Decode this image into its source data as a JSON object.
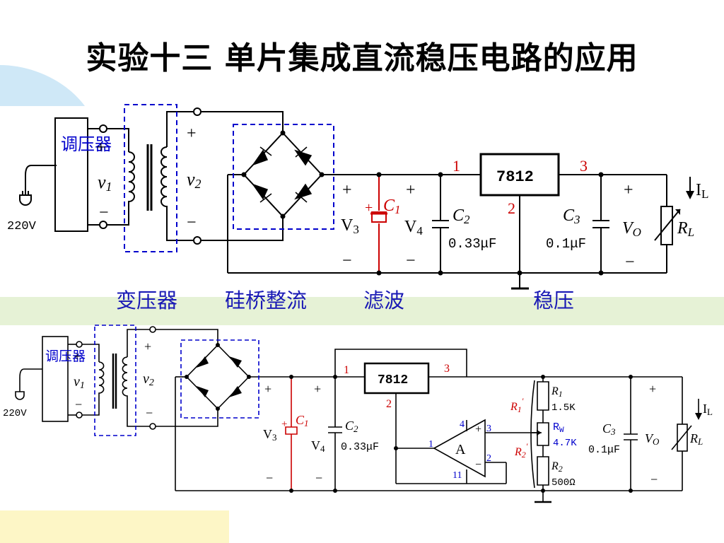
{
  "title": "实验十三  单片集成直流稳压电路的应用",
  "stage_labels": {
    "transformer": "变压器",
    "bridge": "硅桥整流",
    "filter": "滤波",
    "regulator": "稳压"
  },
  "colors": {
    "background_blob_top": "#cfe8f7",
    "background_band_mid": "#e6f2d6",
    "background_corner_bottom": "#fdf6c6",
    "wire": "#000000",
    "dashed_box": "#0000cc",
    "capacitor_c1": "#cc0000",
    "pin_labels": "#cc0000",
    "potentiometer_label": "#0000cc",
    "stage_label": "#1a1ab5"
  },
  "circuit1": {
    "variac": "调压器",
    "mains": "220V",
    "v1": "v",
    "v1_sub": "1",
    "v2": "v",
    "v2_sub": "2",
    "plus": "+",
    "minus": "−",
    "v3": "V",
    "v3_sub": "3",
    "v4": "V",
    "v4_sub": "4",
    "c1": "C",
    "c1_sub": "1",
    "c2": "C",
    "c2_sub": "2",
    "c2_value": "0.33μF",
    "c3": "C",
    "c3_sub": "3",
    "c3_value": "0.1μF",
    "regulator": "7812",
    "pin1": "1",
    "pin2": "2",
    "pin3": "3",
    "vo": "V",
    "vo_sub": "O",
    "rl": "R",
    "rl_sub": "L",
    "il": "I",
    "il_sub": "L"
  },
  "circuit2": {
    "variac": "调压器",
    "mains": "220V",
    "v1": "v",
    "v1_sub": "1",
    "v2": "v",
    "v2_sub": "2",
    "plus": "+",
    "minus": "−",
    "v3": "V",
    "v3_sub": "3",
    "v4": "V",
    "v4_sub": "4",
    "c1": "C",
    "c1_sub": "1",
    "c2": "C",
    "c2_sub": "2",
    "c2_value": "0.33μF",
    "c3": "C",
    "c3_sub": "3",
    "c3_value": "0.1μF",
    "regulator": "7812",
    "pin1": "1",
    "pin2": "2",
    "pin3": "3",
    "opamp": "A",
    "op_pin1": "1",
    "op_pin2": "2",
    "op_pin3": "3",
    "op_pin4": "4",
    "op_pin11": "11",
    "r1": "R",
    "r1_sub": "1",
    "r1_value": "1.5K",
    "rw": "R",
    "rw_sub": "W",
    "rw_value": "4.7K",
    "r2": "R",
    "r2_sub": "2",
    "r2_value": "500Ω",
    "r1_prime": "R",
    "r1_prime_sub": "1",
    "r2_prime": "R",
    "r2_prime_sub": "2",
    "prime": "′",
    "vo": "V",
    "vo_sub": "O",
    "rl": "R",
    "rl_sub": "L",
    "il": "I",
    "il_sub": "L"
  }
}
